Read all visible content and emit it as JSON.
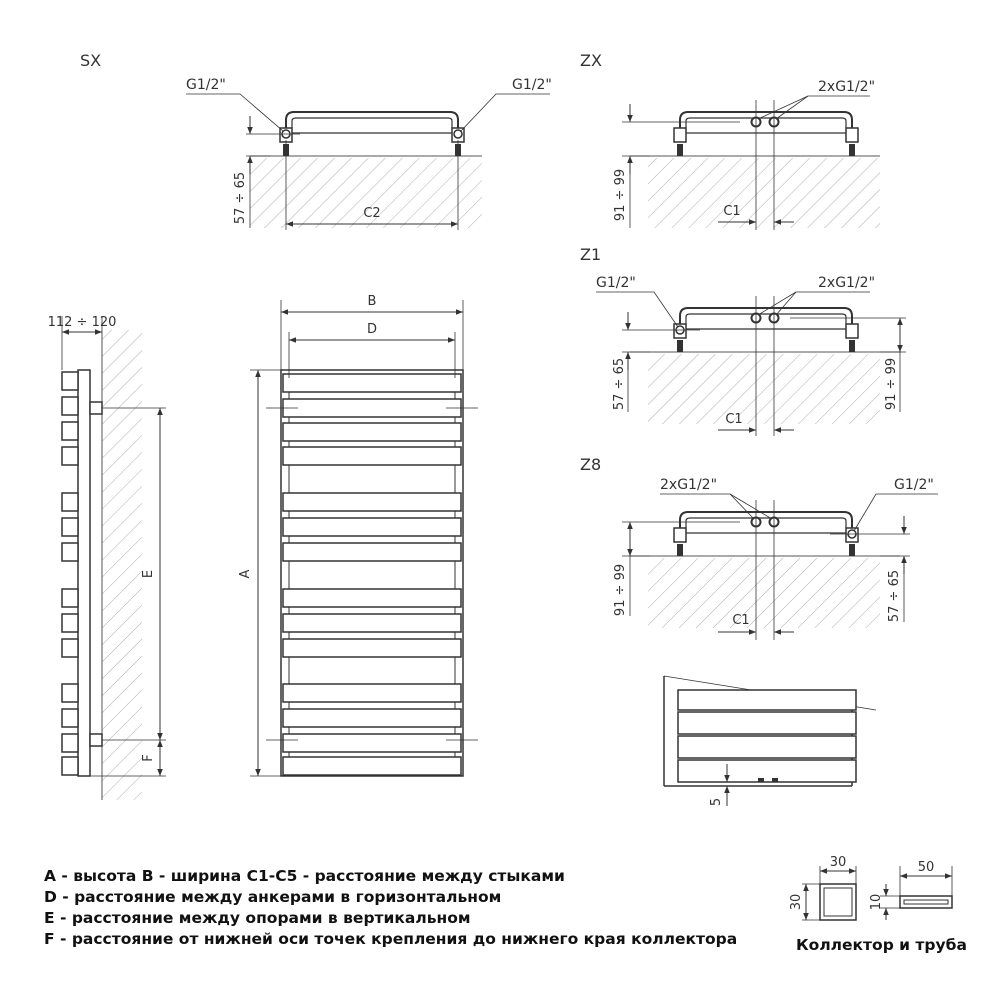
{
  "views": {
    "sx": {
      "title": "SX",
      "left_conn": "G1/2\"",
      "right_conn": "G1/2\"",
      "height": "57 ÷ 65",
      "spacing": "C2"
    },
    "zx": {
      "title": "ZX",
      "conn": "2xG1/2\"",
      "height": "91 ÷ 99",
      "spacing": "C1"
    },
    "z1": {
      "title": "Z1",
      "left_conn": "G1/2\"",
      "conn": "2xG1/2\"",
      "left_height": "57 ÷ 65",
      "right_height": "91 ÷ 99",
      "spacing": "C1"
    },
    "z8": {
      "title": "Z8",
      "conn": "2xG1/2\"",
      "right_conn": "G1/2\"",
      "left_height": "91 ÷ 99",
      "right_height": "57 ÷ 65",
      "spacing": "C1"
    },
    "side": {
      "depth": "112 ÷ 120",
      "e": "E",
      "f": "F"
    },
    "front": {
      "a": "A",
      "b": "B",
      "d": "D"
    },
    "detail": {
      "gap": "5"
    },
    "profiles": {
      "collector_w": "30",
      "collector_h": "30",
      "tube_w": "50",
      "tube_h": "10",
      "caption": "Коллектор и труба"
    }
  },
  "legend": [
    "A - высота B - ширина C1-C5 - расстояние между стыками",
    "D - расстояние между анкерами в горизонтальном",
    "E - расстояние между опорами в вертикальном",
    "F - расстояние от нижней оси точек крепления до нижнего края коллектора"
  ]
}
